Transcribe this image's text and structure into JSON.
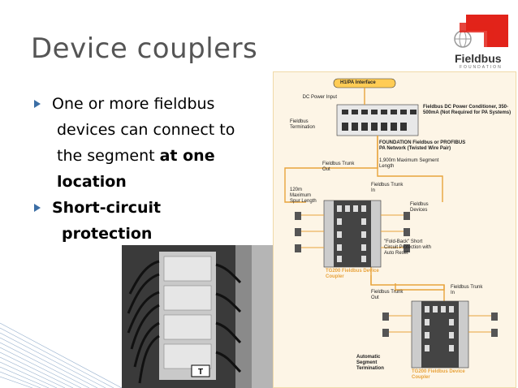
{
  "slide": {
    "title": "Device couplers",
    "bullets": [
      {
        "lines": [
          {
            "text": "One or more fieldbus",
            "bold": false
          },
          {
            "text": "devices can connect to",
            "bold": false
          },
          {
            "text": "the segment ",
            "bold": false,
            "bold_tail": "at one"
          },
          {
            "text": "location",
            "bold": true
          }
        ]
      },
      {
        "lines": [
          {
            "text": "Short-circuit",
            "bold": true
          },
          {
            "text": "protection",
            "bold": true
          }
        ]
      }
    ]
  },
  "logo": {
    "name": "Fieldbus",
    "sub": "FOUNDATION",
    "accent": "#e2231a"
  },
  "diagram": {
    "header": "H1/PA Interface",
    "dc_power_input": "DC Power Input",
    "fieldbus_termination": "Fieldbus Termination",
    "power_conditioner": "Fieldbus DC Power Conditioner, 350-500mA (Not Required for PA Systems)",
    "network": "FOUNDATION Fieldbus or PROFIBUS PA Network (Twisted Wire Pair)",
    "segment_length": "1,900m Maximum Segment Length",
    "trunk_out": "Fieldbus Trunk Out",
    "trunk_in": "Fieldbus Trunk In",
    "spur_length": "120m Maximum Spur Length",
    "fieldbus_devices": "Fieldbus Devices",
    "foldback": "\"Fold-Back\" Short Circuit Protection with Auto Reset",
    "coupler1": "TG200 Fieldbus Device Coupler",
    "trunk_in_2": "Fieldbus Trunk In",
    "trunk_out_2": "Fieldbus Trunk Out",
    "auto_term": "Automatic Segment Termination",
    "coupler2": "TG200 Fieldbus Device Coupler"
  },
  "colors": {
    "title": "#555555",
    "bullet_arrow": "#3b6ea5",
    "diagram_line": "#e8a33c",
    "label_box": "#ffcc55"
  }
}
